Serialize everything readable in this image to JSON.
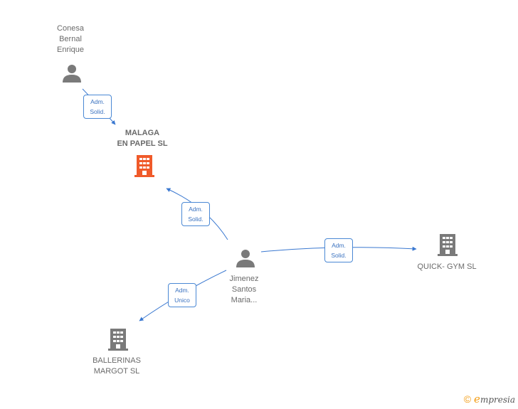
{
  "nodes": {
    "conesa": {
      "lines": [
        "Conesa",
        "Bernal",
        "Enrique"
      ],
      "type": "person"
    },
    "malaga": {
      "lines": [
        "MALAGA",
        "EN PAPEL SL"
      ],
      "type": "company",
      "color": "#f05a2a"
    },
    "jimenez": {
      "lines": [
        "Jimenez",
        "Santos",
        "Maria..."
      ],
      "type": "person"
    },
    "quick": {
      "lines": [
        "QUICK- GYM SL"
      ],
      "type": "company",
      "color": "#7a7a7a"
    },
    "ballerinas": {
      "lines": [
        "BALLERINAS",
        "MARGOT SL"
      ],
      "type": "company",
      "color": "#7a7a7a"
    }
  },
  "edges": [
    {
      "from": "conesa",
      "to": "malaga",
      "lines": [
        "Adm.",
        "Solid."
      ]
    },
    {
      "from": "jimenez",
      "to": "malaga",
      "lines": [
        "Adm.",
        "Solid."
      ]
    },
    {
      "from": "jimenez",
      "to": "quick",
      "lines": [
        "Adm.",
        "Solid."
      ]
    },
    {
      "from": "jimenez",
      "to": "ballerinas",
      "lines": [
        "Adm.",
        "Unico"
      ]
    }
  ],
  "colors": {
    "edge": "#3a78d0",
    "person_icon": "#7a7a7a"
  },
  "footer": {
    "copyright_symbol": "©",
    "brand_first": "e",
    "brand_rest": "mpresia"
  }
}
